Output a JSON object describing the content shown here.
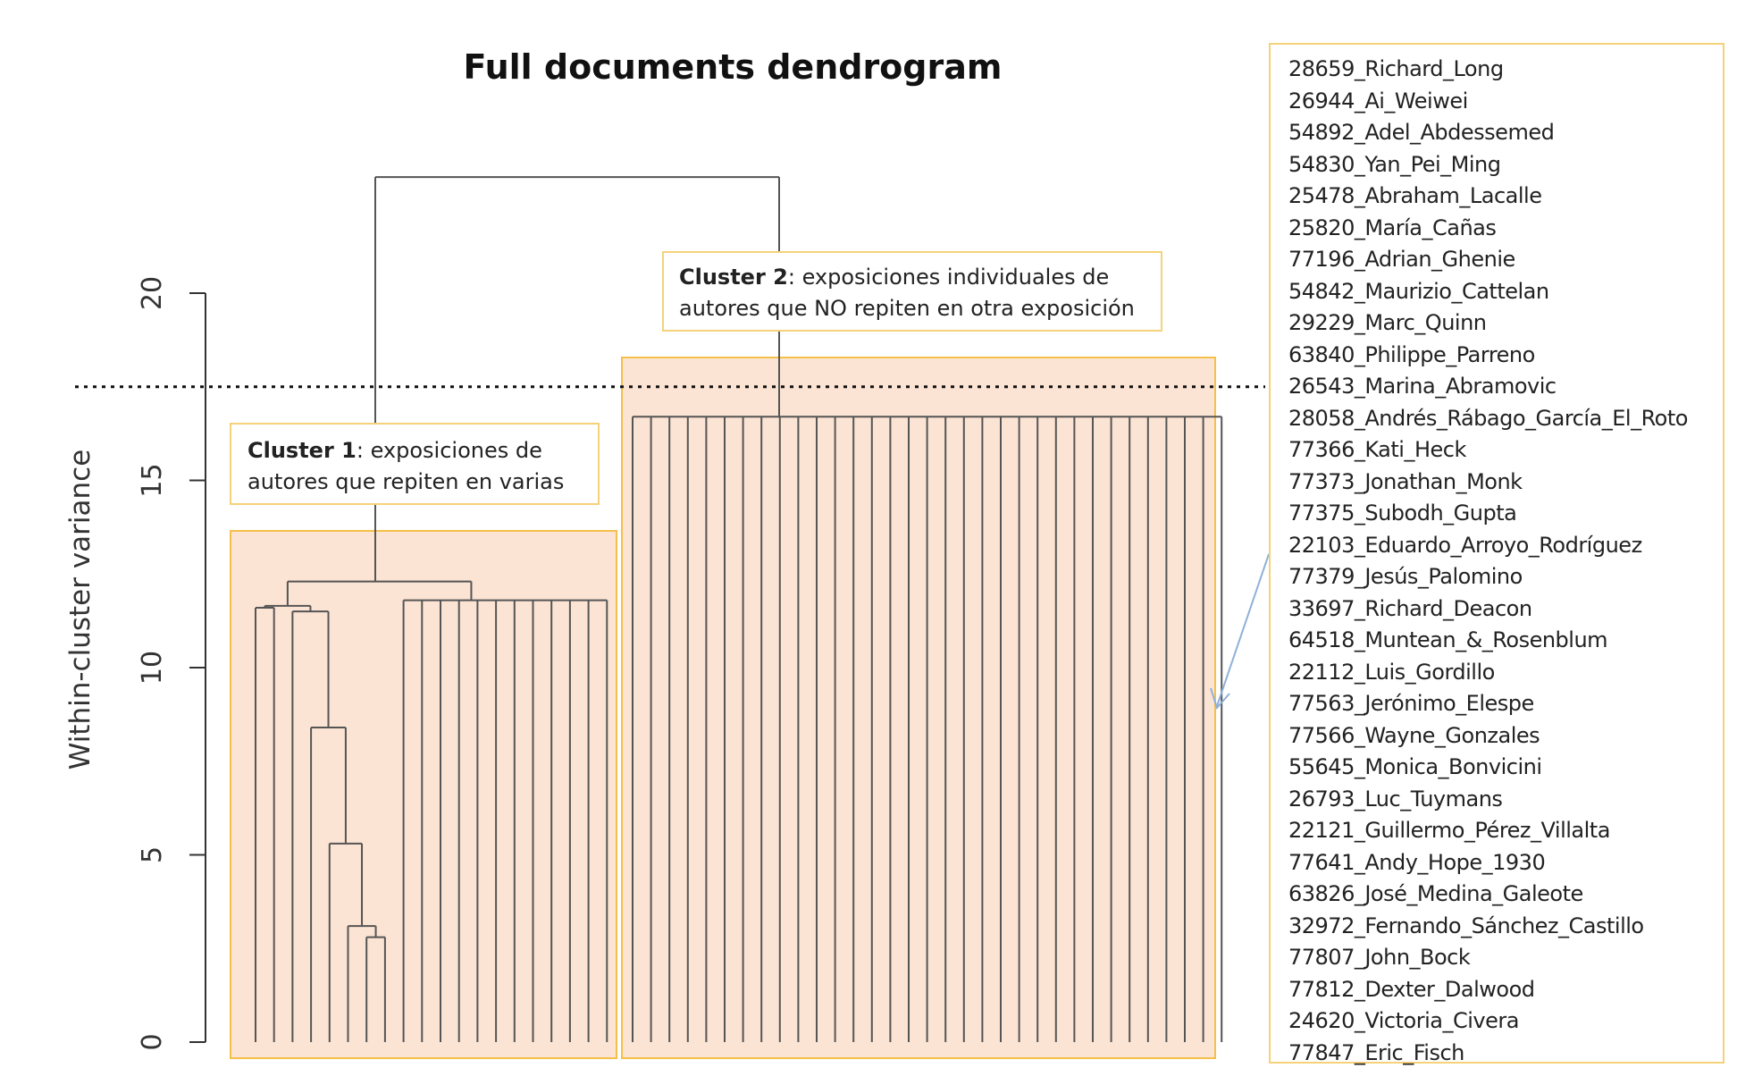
{
  "chart_data": {
    "type": "dendrogram",
    "title": "Full documents dendrogram",
    "ylabel": "Within-cluster variance",
    "ylim": [
      0,
      20
    ],
    "yticks": [
      0,
      5,
      10,
      15,
      20
    ],
    "cut_height": 17.5,
    "leaf_count": 53,
    "clusters": [
      {
        "label_bold": "Cluster 1",
        "label_text": ": exposiciones de autores que repiten en varias",
        "label_lines": [
          "autores que repiten en varias"
        ],
        "leaves": 20,
        "merges": [
          {
            "left": 1,
            "right": 2,
            "height": 11.6
          },
          {
            "left": 3,
            "right": 4,
            "height": 11.5
          },
          {
            "left": 5,
            "right": 6,
            "height": 8.4
          },
          {
            "left": 6,
            "right": 7,
            "height": 5.3
          },
          {
            "left": 7,
            "right": 8,
            "height": 3.1
          },
          {
            "left": 8,
            "right": 9,
            "height": 2.8
          },
          {
            "left": "group_a",
            "right": "group_b",
            "height": 12.3
          },
          {
            "left": "group_c",
            "right": "flat",
            "height": 11.8
          }
        ],
        "flat_group_height": 11.8,
        "subtree_root_height": 12.3
      },
      {
        "label_bold": "Cluster 2",
        "label_text": ": exposiciones individuales de",
        "label_lines": [
          "autores que NO repiten en otra exposición"
        ],
        "leaves": 33,
        "flat_group_height": 16.7
      }
    ],
    "root_height": 23.1
  },
  "leaf_labels": [
    "28659_Richard_Long",
    "26944_Ai_Weiwei",
    "54892_Adel_Abdessemed",
    "54830_Yan_Pei_Ming",
    "25478_Abraham_Lacalle",
    "25820_María_Cañas",
    "77196_Adrian_Ghenie",
    "54842_Maurizio_Cattelan",
    "29229_Marc_Quinn",
    "63840_Philippe_Parreno",
    "26543_Marina_Abramovic",
    "28058_Andrés_Rábago_García_El_Roto",
    "77366_Kati_Heck",
    "77373_Jonathan_Monk",
    "77375_Subodh_Gupta",
    "22103_Eduardo_Arroyo_Rodríguez",
    "77379_Jesús_Palomino",
    "33697_Richard_Deacon",
    "64518_Muntean_&_Rosenblum",
    "22112_Luis_Gordillo",
    "77563_Jerónimo_Elespe",
    "77566_Wayne_Gonzales",
    "55645_Monica_Bonvicini",
    "26793_Luc_Tuymans",
    "22121_Guillermo_Pérez_Villalta",
    "77641_Andy_Hope_1930",
    "63826_José_Medina_Galeote",
    "32972_Fernando_Sánchez_Castillo",
    "77807_John_Bock",
    "77812_Dexter_Dalwood",
    "24620_Victoria_Civera",
    "77847_Eric_Fisch"
  ],
  "colors": {
    "cluster_fill": "#fce4d4",
    "cluster_border": "#f5c04a",
    "label_border": "#f5d27a",
    "tree_line": "#555555",
    "arrow": "#8fb0d8",
    "axis": "#333333"
  }
}
